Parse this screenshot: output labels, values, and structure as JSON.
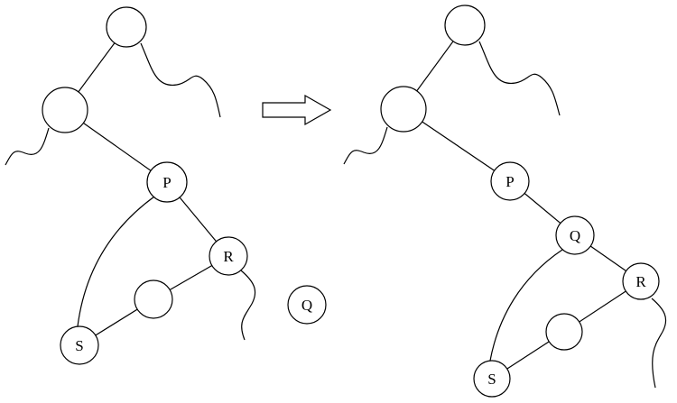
{
  "diagram": {
    "kind": "binary-tree-transformation",
    "colors": {
      "stroke": "#000000",
      "node_fill": "#ffffff",
      "background": "#ffffff"
    },
    "left_tree": {
      "nodes": {
        "root": {
          "label": ""
        },
        "internal": {
          "label": ""
        },
        "p": {
          "label": "P"
        },
        "r": {
          "label": "R"
        },
        "leaf": {
          "label": ""
        },
        "s": {
          "label": "S"
        },
        "q_detached": {
          "label": "Q"
        }
      },
      "edges": [
        [
          "root",
          "internal"
        ],
        [
          "internal",
          "p"
        ],
        [
          "p",
          "r"
        ],
        [
          "r",
          "leaf"
        ],
        [
          "leaf",
          "s"
        ],
        [
          "p",
          "s (curved)"
        ]
      ],
      "subtree_squiggles": [
        "root-right-subtree",
        "internal-left-subtree",
        "r-right-subtree"
      ]
    },
    "arrow": {
      "direction": "right",
      "style": "outlined-double-shaft"
    },
    "right_tree": {
      "nodes": {
        "root": {
          "label": ""
        },
        "internal": {
          "label": ""
        },
        "p": {
          "label": "P"
        },
        "q": {
          "label": "Q"
        },
        "r": {
          "label": "R"
        },
        "leaf": {
          "label": ""
        },
        "s": {
          "label": "S"
        }
      },
      "edges": [
        [
          "root",
          "internal"
        ],
        [
          "internal",
          "p"
        ],
        [
          "p",
          "q"
        ],
        [
          "q",
          "r"
        ],
        [
          "r",
          "leaf"
        ],
        [
          "leaf",
          "s"
        ],
        [
          "q",
          "s (curved)"
        ]
      ],
      "subtree_squiggles": [
        "root-right-subtree",
        "internal-left-subtree",
        "r-right-subtree"
      ]
    }
  }
}
